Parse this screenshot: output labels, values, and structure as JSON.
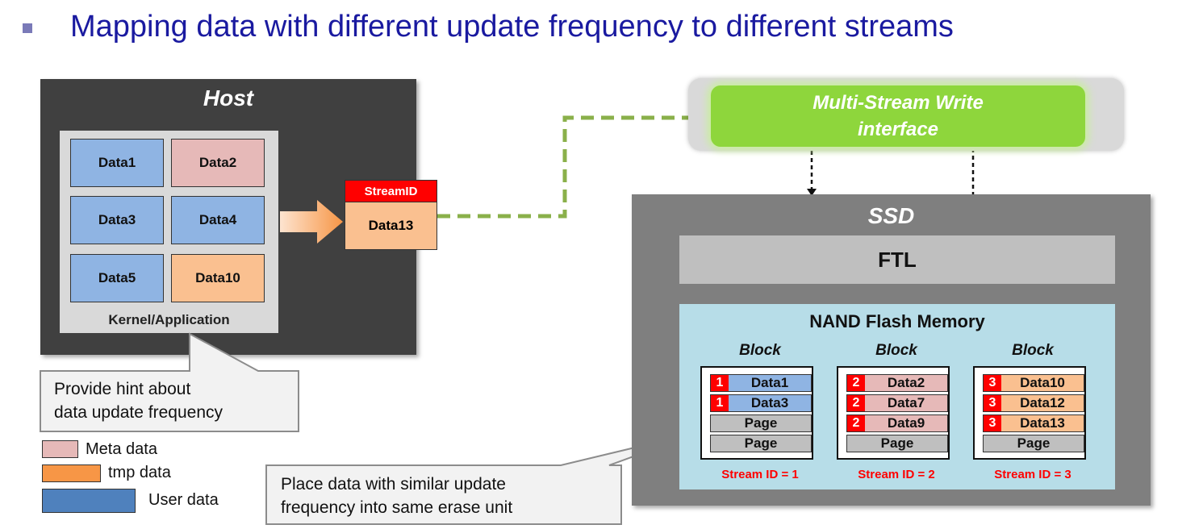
{
  "heading": "Mapping data with different update frequency to different streams",
  "host": {
    "title": "Host",
    "kernel_label": "Kernel/Application",
    "data": [
      "Data1",
      "Data2",
      "Data3",
      "Data4",
      "Data5",
      "Data10"
    ]
  },
  "stream_tag": {
    "header": "StreamID",
    "data": "Data13"
  },
  "multistream": {
    "line1": "Multi-Stream  Write",
    "line2": "interface"
  },
  "ssd": {
    "title": "SSD",
    "ftl": "FTL",
    "nand_title": "NAND Flash Memory",
    "blocks": [
      {
        "label": "Block",
        "stream": "Stream ID = 1",
        "slots": [
          {
            "num": "1",
            "text": "Data1"
          },
          {
            "num": "1",
            "text": "Data3"
          }
        ],
        "pages": [
          "Page",
          "Page"
        ]
      },
      {
        "label": "Block",
        "stream": "Stream ID = 2",
        "slots": [
          {
            "num": "2",
            "text": "Data2"
          },
          {
            "num": "2",
            "text": "Data7"
          },
          {
            "num": "2",
            "text": "Data9"
          }
        ],
        "pages": [
          "Page"
        ]
      },
      {
        "label": "Block",
        "stream": "Stream ID = 3",
        "slots": [
          {
            "num": "3",
            "text": "Data10"
          },
          {
            "num": "3",
            "text": "Data12"
          },
          {
            "num": "3",
            "text": "Data13"
          }
        ],
        "pages": [
          "Page"
        ]
      }
    ]
  },
  "callouts": {
    "hint": [
      "Provide hint about",
      "data update frequency"
    ],
    "place": [
      "Place data with similar update",
      "frequency into same erase unit"
    ]
  },
  "legend": [
    {
      "label": "Meta data",
      "color": "#e6b9b8"
    },
    {
      "label": "tmp data",
      "color": "#f79646"
    },
    {
      "label": "User data",
      "color": "#4f81bd"
    }
  ],
  "colors": {
    "title_blue": "#1a1aa0",
    "host_bg": "#404040",
    "ssd_bg": "#7f7f7f",
    "nand_bg": "#b7dde8",
    "stream_red": "#ff0000",
    "interface_green": "#8ed63c",
    "dashed_green": "#8ab04a"
  }
}
